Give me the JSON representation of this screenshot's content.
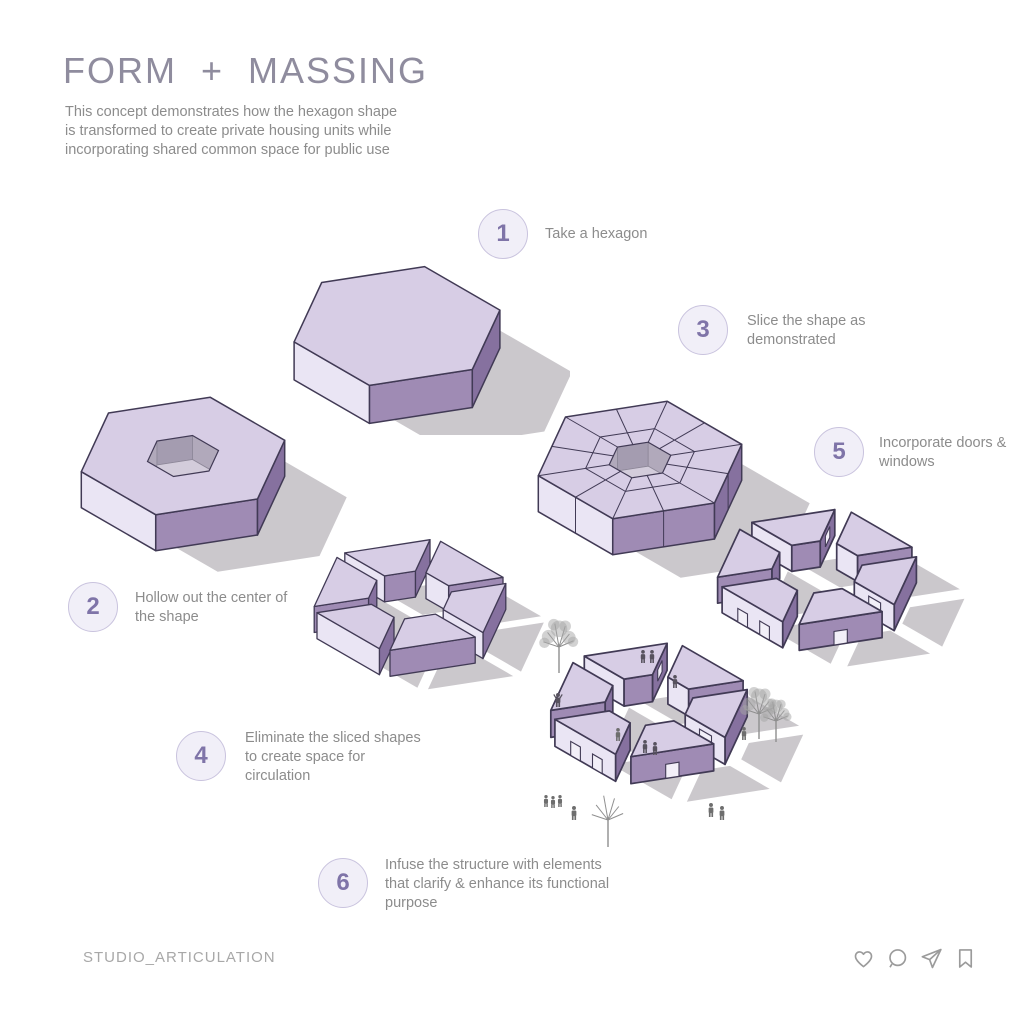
{
  "header": {
    "title": "FORM + MASSING",
    "description_lines": [
      "This concept demonstrates how the hexagon shape",
      "is transformed to create private housing units while",
      "incorporating shared common space for public use"
    ]
  },
  "steps": [
    {
      "number": "1",
      "label": "Take a hexagon"
    },
    {
      "number": "2",
      "label": "Hollow out the center of the shape"
    },
    {
      "number": "3",
      "label": "Slice the shape as demonstrated"
    },
    {
      "number": "4",
      "label": "Eliminate the sliced shapes to create space for circulation"
    },
    {
      "number": "5",
      "label": "Incorporate doors & windows"
    },
    {
      "number": "6",
      "label": "Infuse the structure with elements that clarify & enhance its functional purpose"
    }
  ],
  "footer": {
    "handle": "STUDIO_ARTICULATION",
    "icons": [
      "heart-icon",
      "comment-icon",
      "share-icon",
      "bookmark-icon"
    ]
  },
  "colors": {
    "accent": "#7f74a8",
    "title": "#8f8c9e",
    "text": "#8c8c8c",
    "footer": "#a8a8a8",
    "icon": "#9b9b9b",
    "badgeBg": "#f1eff8",
    "badgeBorder": "#c9c3de",
    "faceTop": "#d7cde5",
    "faceLight": "#eae5f4",
    "faceMid": "#9f8bb4",
    "faceDark": "#86719f",
    "line": "#413a55",
    "shadow": "#cbc8cc",
    "holeWall": "#b1a9bb",
    "holeWallDark": "#a49cb0",
    "holeFloor": "#d3ccdb",
    "openFill": "#f2eff8"
  }
}
